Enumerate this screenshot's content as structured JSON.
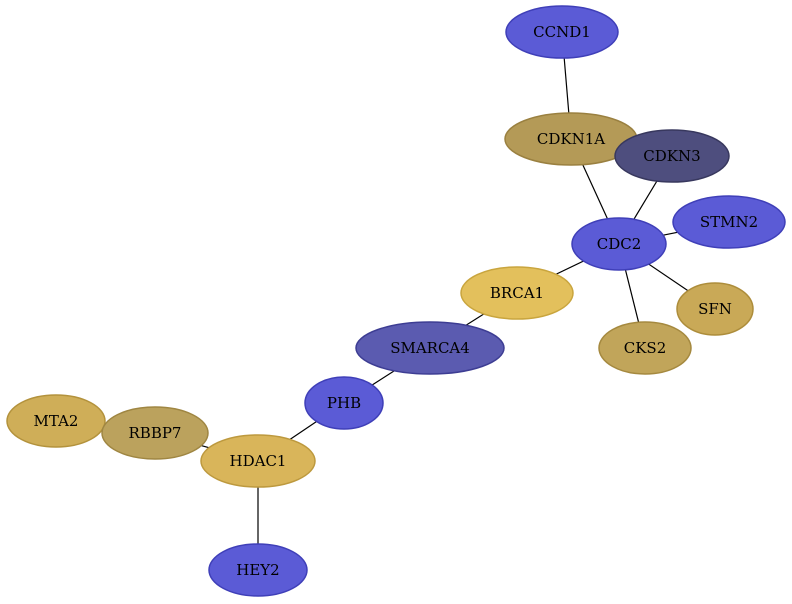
{
  "graph": {
    "nodes": [
      {
        "id": "CCND1",
        "label": "CCND1",
        "fill": "#5b5bd6",
        "stroke": "#3f3fb8"
      },
      {
        "id": "CDKN1A",
        "label": "CDKN1A",
        "fill": "#b49a57",
        "stroke": "#9a8040"
      },
      {
        "id": "CDKN3",
        "label": "CDKN3",
        "fill": "#4e4e7e",
        "stroke": "#38385e"
      },
      {
        "id": "STMN2",
        "label": "STMN2",
        "fill": "#5b5bd6",
        "stroke": "#3f3fb8"
      },
      {
        "id": "CDC2",
        "label": "CDC2",
        "fill": "#5b5bd6",
        "stroke": "#3f3fb8"
      },
      {
        "id": "BRCA1",
        "label": "BRCA1",
        "fill": "#e3c05c",
        "stroke": "#c9a53e"
      },
      {
        "id": "SFN",
        "label": "SFN",
        "fill": "#c9a957",
        "stroke": "#ad8d3b"
      },
      {
        "id": "CKS2",
        "label": "CKS2",
        "fill": "#c1a55a",
        "stroke": "#a5893f"
      },
      {
        "id": "SMARCA4",
        "label": "SMARCA4",
        "fill": "#5b5bb0",
        "stroke": "#3d3d93"
      },
      {
        "id": "PHB",
        "label": "PHB",
        "fill": "#5b5bd6",
        "stroke": "#3f3fb8"
      },
      {
        "id": "MTA2",
        "label": "MTA2",
        "fill": "#cfae58",
        "stroke": "#b3923c"
      },
      {
        "id": "RBBP7",
        "label": "RBBP7",
        "fill": "#bba25d",
        "stroke": "#9f8642"
      },
      {
        "id": "HDAC1",
        "label": "HDAC1",
        "fill": "#d9b55a",
        "stroke": "#bd993e"
      },
      {
        "id": "HEY2",
        "label": "HEY2",
        "fill": "#5b5bd6",
        "stroke": "#3f3fb8"
      }
    ],
    "edges": [
      [
        "CCND1",
        "CDKN1A"
      ],
      [
        "CDKN1A",
        "CDC2"
      ],
      [
        "CDKN3",
        "CDC2"
      ],
      [
        "STMN2",
        "CDC2"
      ],
      [
        "CDC2",
        "SFN"
      ],
      [
        "CDC2",
        "CKS2"
      ],
      [
        "CDC2",
        "BRCA1"
      ],
      [
        "BRCA1",
        "SMARCA4"
      ],
      [
        "SMARCA4",
        "PHB"
      ],
      [
        "PHB",
        "HDAC1"
      ],
      [
        "RBBP7",
        "HDAC1"
      ],
      [
        "HDAC1",
        "HEY2"
      ]
    ]
  }
}
